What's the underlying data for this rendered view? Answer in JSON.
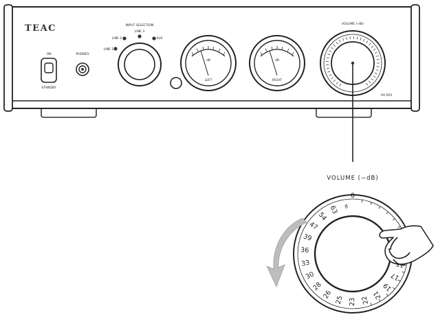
{
  "amplifier": {
    "brand": "TEAC",
    "power_on_label": "ON",
    "power_standby_label": "STANDBY",
    "phones_label": "PHONES",
    "input_selection_label": "INPUT SELECTION",
    "input_line1": "LINE 1",
    "input_line2": "LINE 2",
    "input_line3": "LINE 3",
    "input_xlr": "XLR",
    "meter_left_label": "LEFT",
    "meter_right_label": "RIGHT",
    "meter_db_label": "dB",
    "volume_panel_label": "VOLUME (-dB)",
    "model": "AX-505"
  },
  "callout": {
    "label": "VOLUME (−dB)"
  },
  "volume_dial": {
    "top_mark": "0",
    "scale": [
      "∞",
      "63",
      "54",
      "47",
      "39",
      "36",
      "33",
      "30",
      "28",
      "26",
      "25",
      "23",
      "22",
      "21",
      "19",
      "17",
      "15"
    ]
  },
  "gesture": {
    "direction": "counterclockwise"
  }
}
